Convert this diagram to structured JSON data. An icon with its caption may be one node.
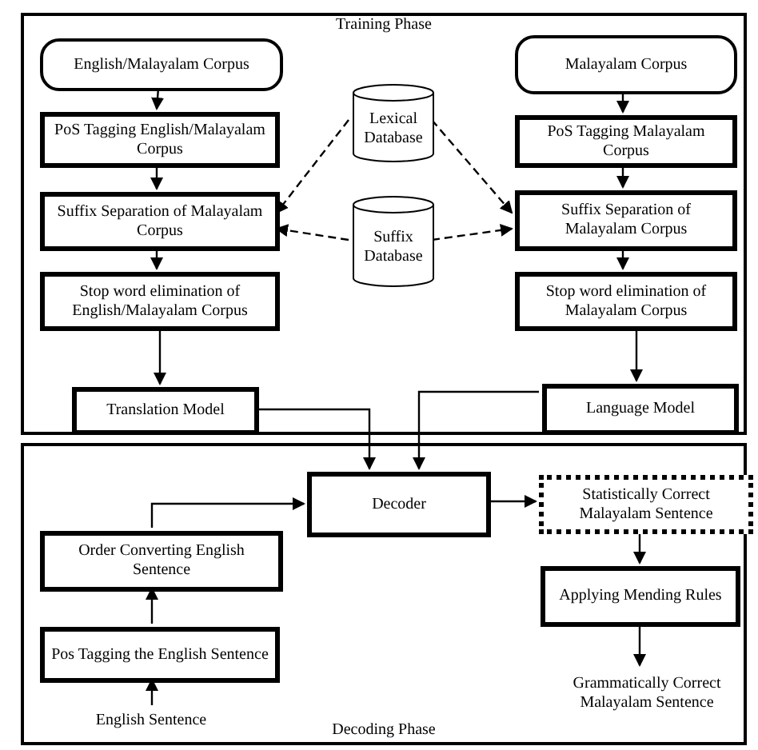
{
  "diagram": {
    "nodes": [
      {
        "text": [
          "Training Phase"
        ]
      },
      {
        "text": [
          "English/Malayalam Corpus"
        ],
        "in": 0
      },
      {
        "text": [
          "PoS Tagging English/Malayalam Corpus"
        ],
        "in": 0
      },
      {
        "text": [
          "Suffix Separation of Malayalam Corpus"
        ],
        "in": 0
      },
      {
        "text": [
          "Stop word elimination of English/Malayalam Corpus"
        ],
        "in": 0
      },
      {
        "text": [
          "Translation Model"
        ],
        "in": 0
      },
      {
        "text": [
          "Lexical Database"
        ],
        "in": 0
      },
      {
        "text": [
          "Suffix Database"
        ],
        "in": 0
      },
      {
        "text": [
          "Malayalam Corpus"
        ],
        "in": 0
      },
      {
        "text": [
          "PoS Tagging Malayalam Corpus"
        ],
        "in": 0
      },
      {
        "text": [
          "Suffix Separation of Malayalam Corpus"
        ],
        "in": 0
      },
      {
        "text": [
          "Stop word elimination of Malayalam Corpus"
        ],
        "in": 0
      },
      {
        "text": [
          "Language Model"
        ],
        "in": 0
      },
      {
        "text": [
          "Decoding Phase"
        ]
      },
      {
        "text": [
          "Decoder"
        ],
        "in": 13
      },
      {
        "text": [
          "Order Converting English Sentence"
        ],
        "in": 13
      },
      {
        "text": [
          "Pos Tagging the English Sentence"
        ],
        "in": 13
      },
      {
        "text": [
          "English Sentence"
        ],
        "in": 13
      },
      {
        "text": [
          "Statistically Correct Malayalam Sentence"
        ],
        "in": 13
      },
      {
        "text": [
          "Applying Mending Rules"
        ],
        "in": 13
      },
      {
        "text": [
          "Grammatically Correct Malayalam Sentence"
        ],
        "in": 13
      }
    ],
    "edges": [
      {
        "from": 1,
        "to": 2,
        "arrow": "to"
      },
      {
        "from": 2,
        "to": 3,
        "arrow": "to"
      },
      {
        "from": 3,
        "to": 4,
        "arrow": "to"
      },
      {
        "from": 4,
        "to": 5,
        "arrow": "to"
      },
      {
        "from": 6,
        "to": 3,
        "arrow": "to",
        "style": "dashed"
      },
      {
        "from": 7,
        "to": 3,
        "arrow": "to",
        "style": "dashed"
      },
      {
        "from": 6,
        "to": 10,
        "arrow": "to",
        "style": "dashed"
      },
      {
        "from": 7,
        "to": 10,
        "arrow": "to",
        "style": "dashed"
      },
      {
        "from": 8,
        "to": 9,
        "arrow": "to"
      },
      {
        "from": 9,
        "to": 10,
        "arrow": "to"
      },
      {
        "from": 10,
        "to": 11,
        "arrow": "to"
      },
      {
        "from": 11,
        "to": 12,
        "arrow": "to"
      },
      {
        "from": 5,
        "to": 14,
        "arrow": "to"
      },
      {
        "from": 12,
        "to": 14,
        "arrow": "to"
      },
      {
        "from": 17,
        "to": 16,
        "arrow": "to"
      },
      {
        "from": 16,
        "to": 15,
        "arrow": "to"
      },
      {
        "from": 15,
        "to": 14,
        "arrow": "to"
      },
      {
        "from": 14,
        "to": 18,
        "arrow": "to"
      },
      {
        "from": 18,
        "to": 19,
        "arrow": "to"
      },
      {
        "from": 19,
        "to": 20,
        "arrow": "to"
      }
    ]
  }
}
